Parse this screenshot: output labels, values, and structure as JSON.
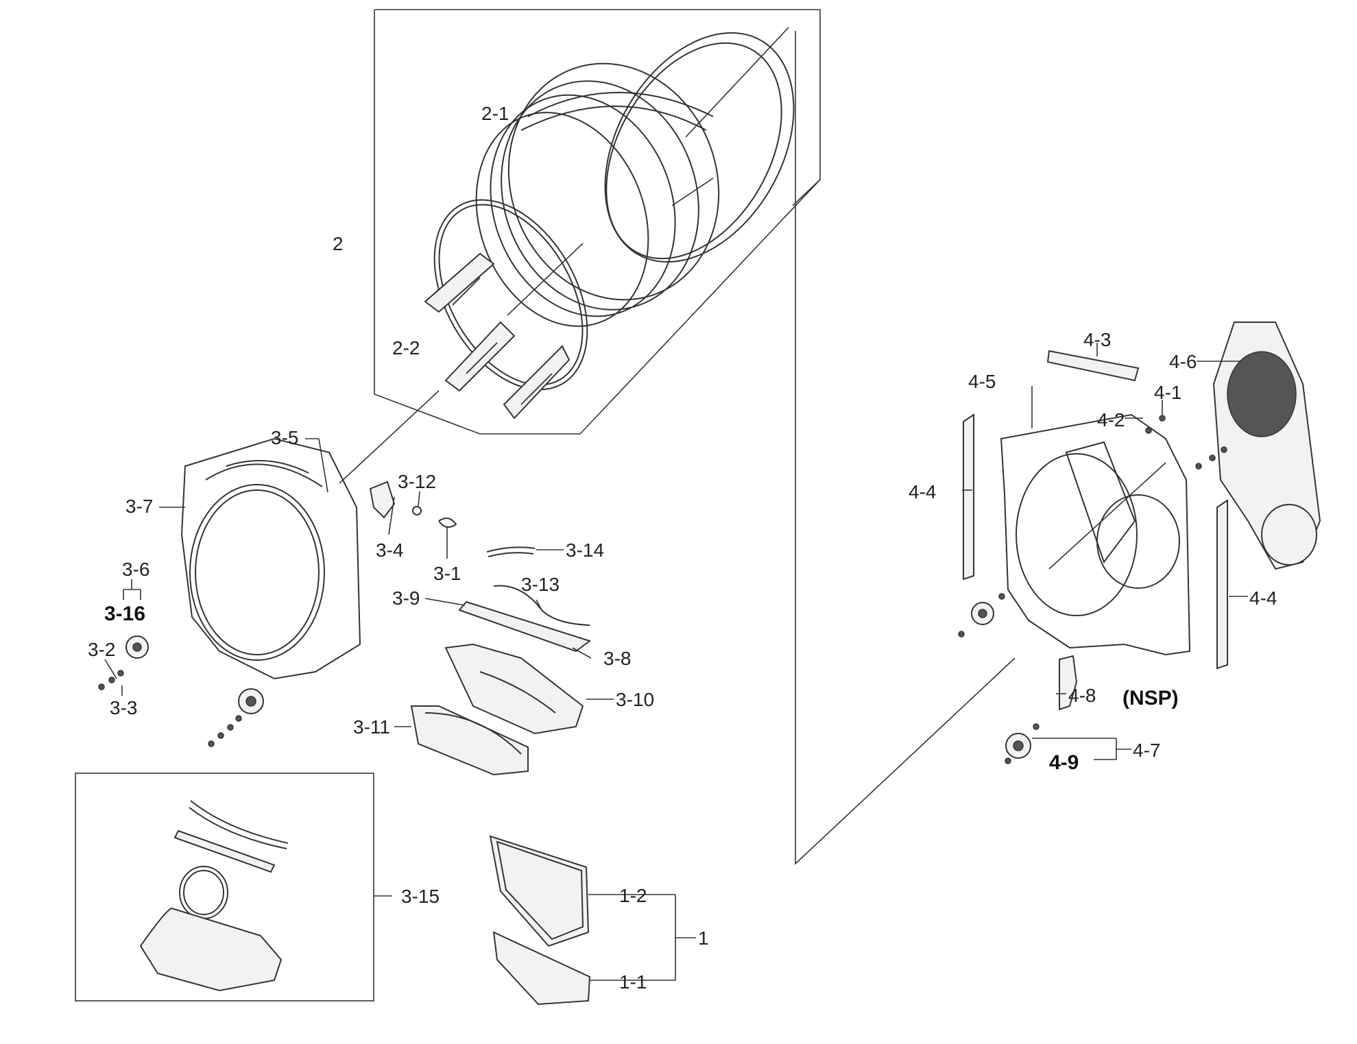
{
  "labels": {
    "l_2": "2",
    "l_2_1": "2-1",
    "l_2_2": "2-2",
    "l_3_1": "3-1",
    "l_3_2": "3-2",
    "l_3_3": "3-3",
    "l_3_4": "3-4",
    "l_3_5": "3-5",
    "l_3_6": "3-6",
    "l_3_7": "3-7",
    "l_3_8": "3-8",
    "l_3_9": "3-9",
    "l_3_10": "3-10",
    "l_3_11": "3-11",
    "l_3_12": "3-12",
    "l_3_13": "3-13",
    "l_3_14": "3-14",
    "l_3_15": "3-15",
    "l_3_16": "3-16",
    "l_1": "1",
    "l_1_1": "1-1",
    "l_1_2": "1-2",
    "l_4_1": "4-1",
    "l_4_2": "4-2",
    "l_4_3": "4-3",
    "l_4_4a": "4-4",
    "l_4_4b": "4-4",
    "l_4_5": "4-5",
    "l_4_6": "4-6",
    "l_4_7": "4-7",
    "l_4_8": "4-8",
    "l_nsp": "(NSP)",
    "l_4_9": "4-9"
  }
}
